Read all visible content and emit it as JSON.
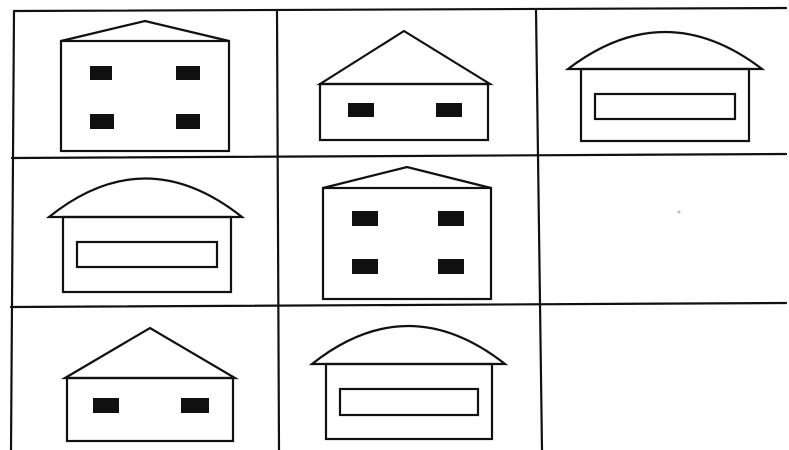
{
  "puzzle": {
    "rows": 3,
    "cols": 3,
    "cells": [
      {
        "row": 1,
        "col": 1,
        "figure": "tall-house-four-windows"
      },
      {
        "row": 1,
        "col": 2,
        "figure": "peaked-house-two-windows"
      },
      {
        "row": 1,
        "col": 3,
        "figure": "domed-house-long-window"
      },
      {
        "row": 2,
        "col": 1,
        "figure": "domed-house-long-window"
      },
      {
        "row": 2,
        "col": 2,
        "figure": "tall-house-four-windows"
      },
      {
        "row": 2,
        "col": 3,
        "figure": "empty"
      },
      {
        "row": 3,
        "col": 1,
        "figure": "peaked-house-two-windows"
      },
      {
        "row": 3,
        "col": 2,
        "figure": "domed-house-long-window"
      },
      {
        "row": 3,
        "col": 3,
        "figure": "empty"
      }
    ],
    "colors": {
      "line": "#111111",
      "window": "#111111",
      "background": "#ffffff"
    }
  }
}
